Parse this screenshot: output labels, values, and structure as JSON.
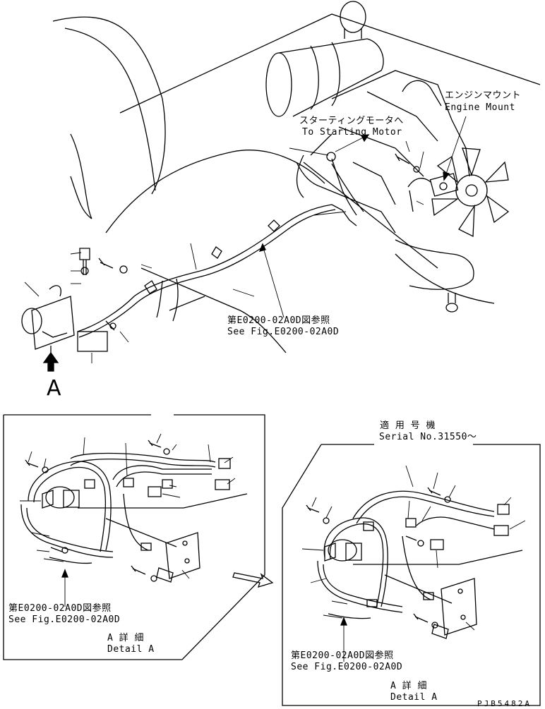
{
  "labels": {
    "starting_motor_jp": "スターティングモータへ",
    "starting_motor_en": "To Starting Motor",
    "engine_mount_jp": "エンジンマウント",
    "engine_mount_en": "Engine Mount",
    "see_fig_main_jp": "第E0200-02A0D図参照",
    "see_fig_main_en": "See Fig.E0200-02A0D",
    "view_a": "A",
    "left_see_fig_jp": "第E0200-02A0D図参照",
    "left_see_fig_en": "See Fig.E0200-02A0D",
    "left_detail_jp": "A 詳 細",
    "left_detail_en": "Detail A",
    "serial_jp": "適 用 号 機",
    "serial_en": "Serial No.31550～",
    "right_see_fig_jp": "第E0200-02A0D図参照",
    "right_see_fig_en": "See Fig.E0200-02A0D",
    "right_detail_jp": "A 詳 細",
    "right_detail_en": "Detail A",
    "drawing_code": "PJB5482A"
  }
}
